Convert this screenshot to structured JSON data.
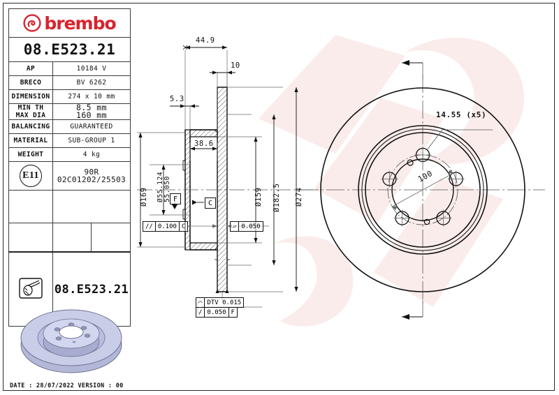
{
  "brand": {
    "name": "brembo",
    "color": "#d9232e"
  },
  "part_number": "08.E523.21",
  "part_number_bottom": "08.E523.21",
  "info_table": [
    {
      "label": "AP",
      "value": "10184 V"
    },
    {
      "label": "BRECO",
      "value": "BV 6262"
    },
    {
      "label": "DIMENSION",
      "value": "274 x 10 mm"
    },
    {
      "label": "MIN TH",
      "label2": "MAX DIA",
      "value": "8.5 mm",
      "value2": "160 mm"
    },
    {
      "label": "BALANCING",
      "value": "GUARANTEED"
    },
    {
      "label": "MATERIAL",
      "value": "SUB-GROUP 1"
    },
    {
      "label": "WEIGHT",
      "value": "4 kg"
    }
  ],
  "homologation": {
    "mark": "E11",
    "line1": "90R",
    "line2": "02C01202/25503"
  },
  "section_view": {
    "dim_total_width": "44.9",
    "dim_disc_thickness": "10",
    "dim_hat_offset": "5.3",
    "dim_hat_height": "38.6",
    "dia_outer_hat": "Ø169",
    "dia_bore_max": "55.124",
    "dia_bore_min": "55.050",
    "dia_bore_symbol": "Ø",
    "dia_inner_friction": "Ø159",
    "dia_mid": "Ø182.5",
    "dia_outer": "Ø274",
    "datum_f": "F",
    "datum_c": "C",
    "tol_parallel_symbol": "//",
    "tol_parallel_value": "0.100",
    "tol_parallel_datum": "C",
    "tol_flat_symbol": "▱",
    "tol_flat_value": "0.050",
    "dtv_symbol": "⌒",
    "dtv_label": "DTV 0.015",
    "runout_symbol": "/",
    "runout_value": "0.050",
    "runout_datum": "F"
  },
  "face_view": {
    "bolt_hole_note": "14.55 (x5)",
    "pcd_label": "100",
    "bolt_hole_count": 5
  },
  "footer": {
    "text": "DATE : 28/07/2022 VERSION : 00"
  },
  "icons": {
    "logo": "brembo-logo-icon",
    "disc": "brake-disc-thumbnail-icon",
    "disc_symbol": "brake-disc-symbol-icon"
  },
  "colors": {
    "brand_red": "#d9232e",
    "watermark_pink": "#f6d9d6",
    "line": "#111111",
    "thumb_fill": "#b9bcdc"
  }
}
